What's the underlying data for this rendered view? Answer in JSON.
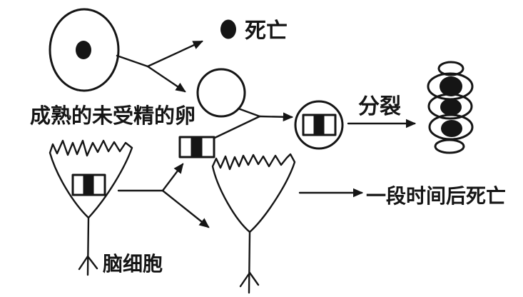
{
  "colors": {
    "ink": "#151515",
    "background": "#ffffff"
  },
  "labels": {
    "egg": "成熟的未受精的卵",
    "death": "死亡",
    "division": "分裂",
    "brain_cell": "脑细胞",
    "delayed_death": "一段时间后死亡"
  },
  "shapes": [
    "mature-egg-cell-icon",
    "egg-nucleus-icon",
    "dead-nucleus-icon",
    "enucleated-egg-icon",
    "donor-nucleus-icon",
    "recombined-cell-icon",
    "dividing-embryo-icon",
    "brain-cell-neuron-icon",
    "enucleated-neuron-icon"
  ]
}
